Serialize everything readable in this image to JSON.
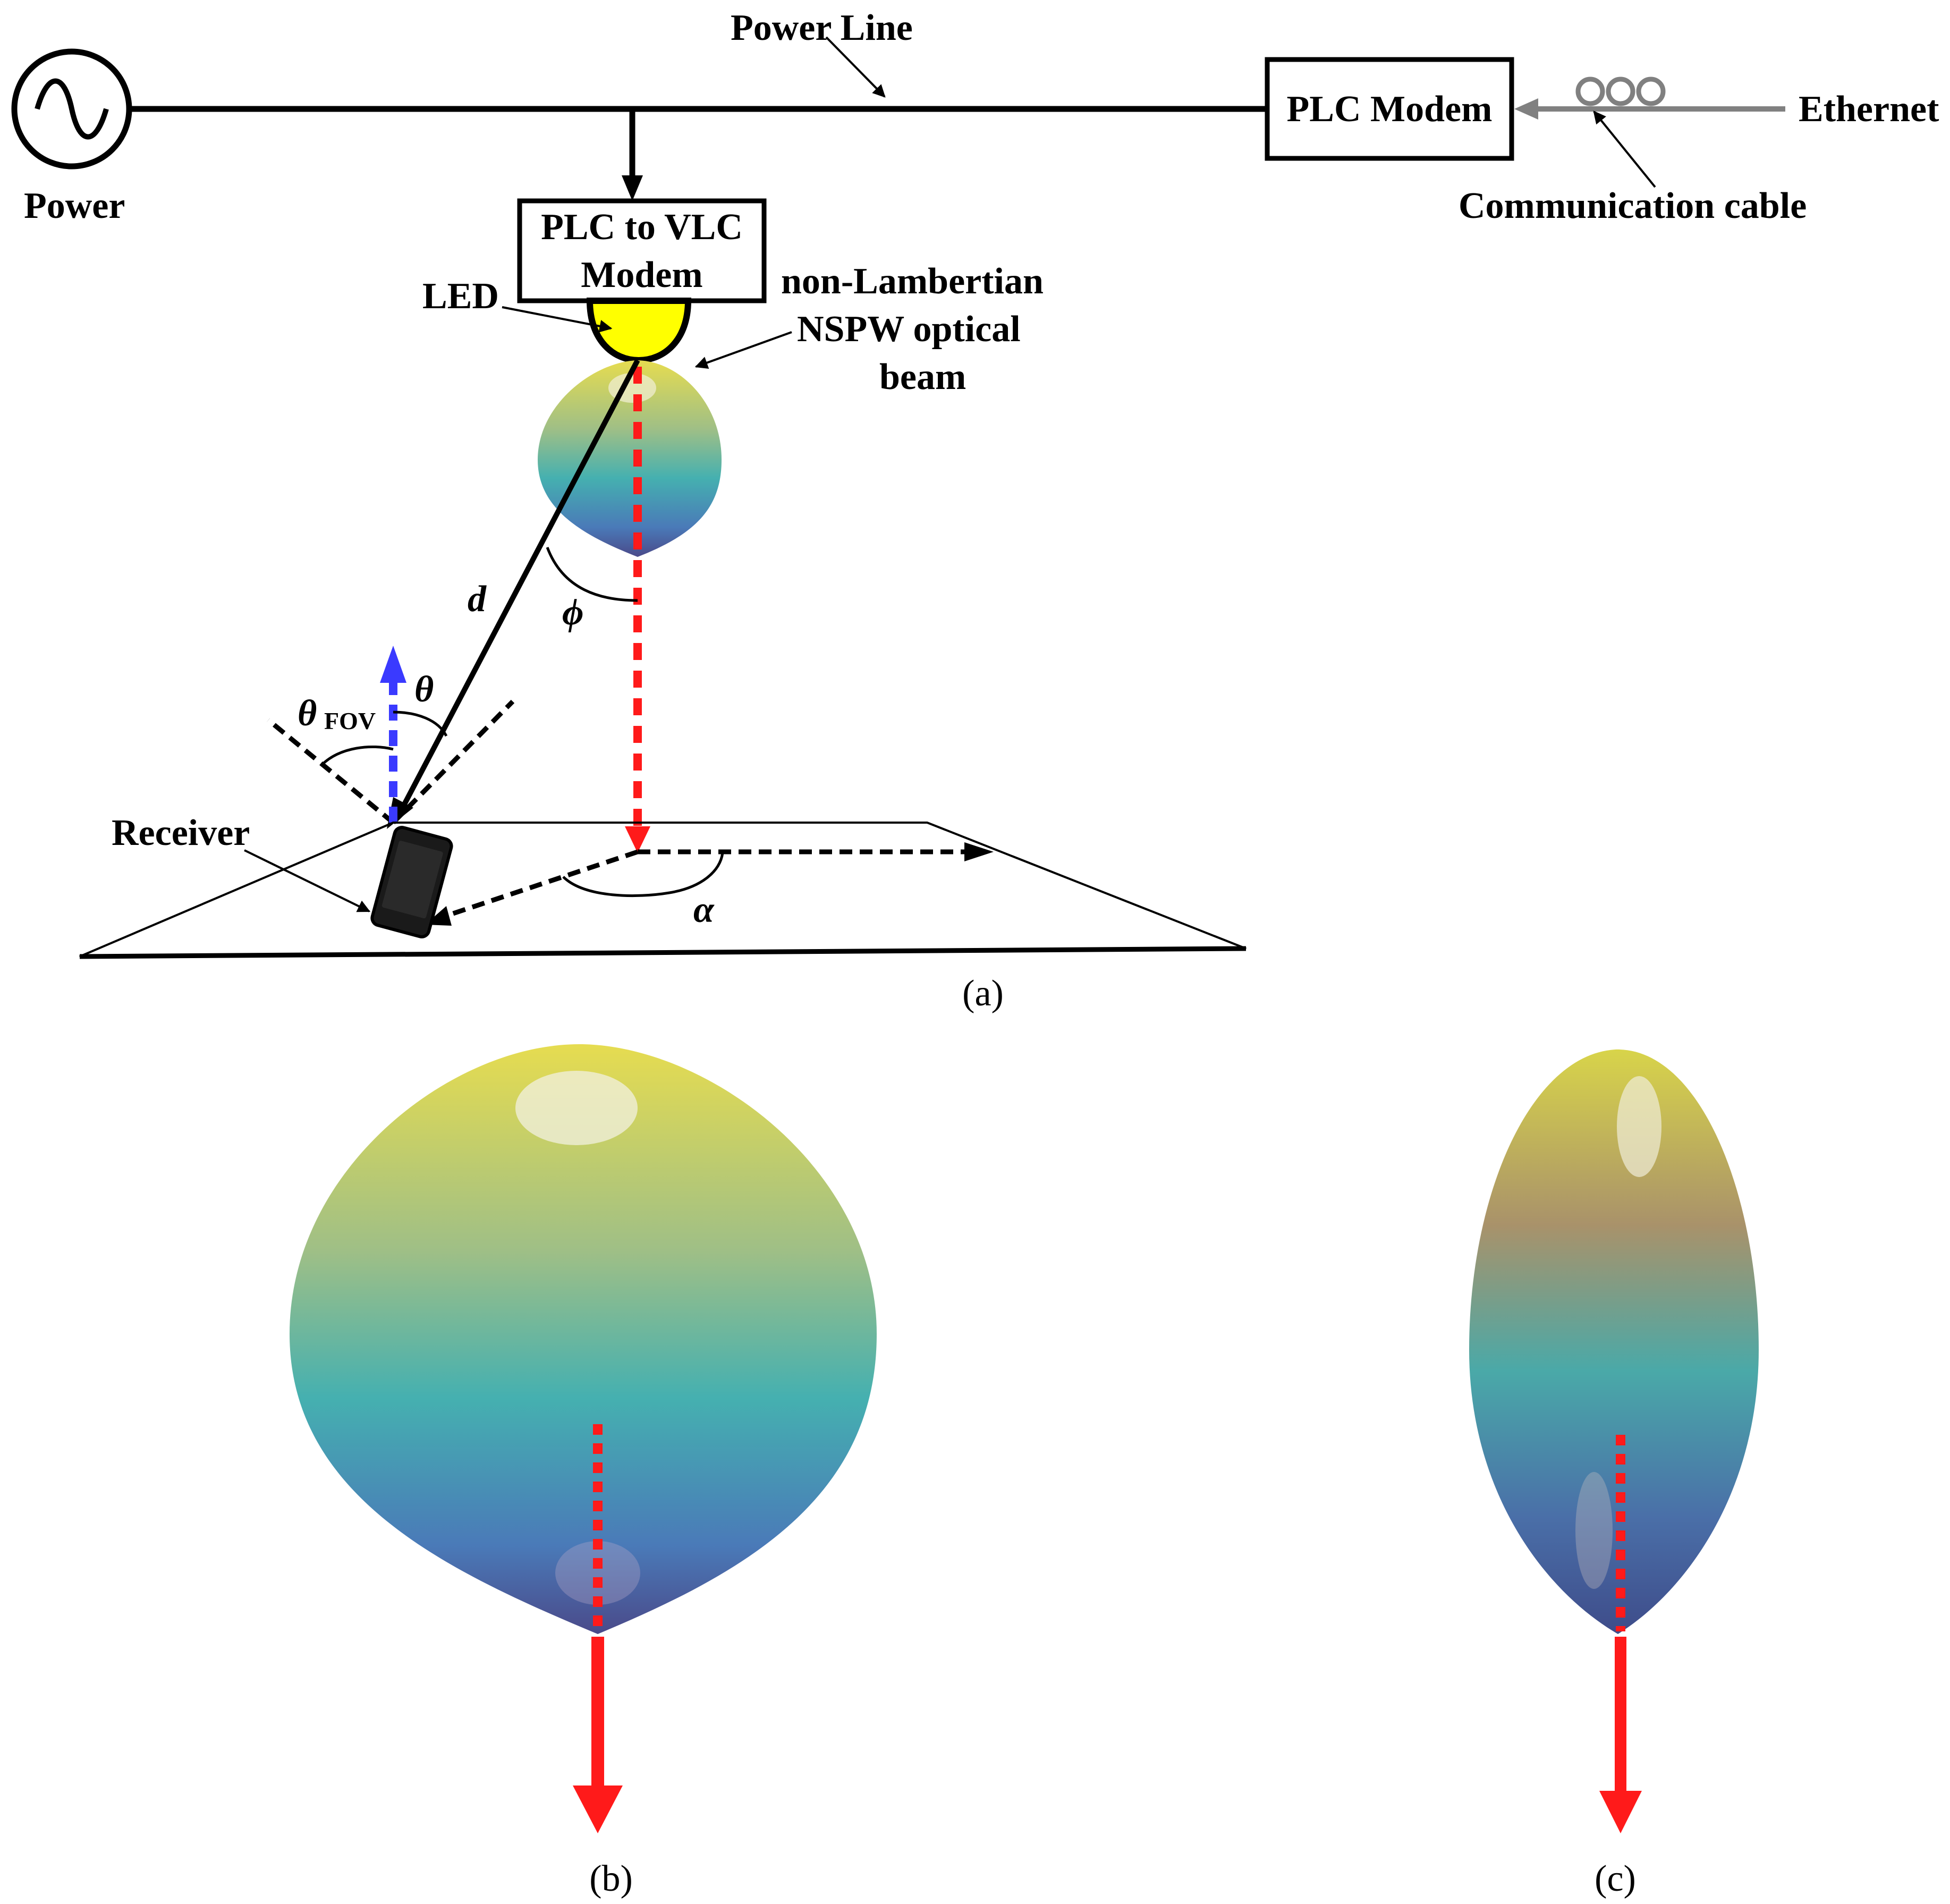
{
  "labels": {
    "power": "Power",
    "power_line": "Power Line",
    "plc_modem": "PLC Modem",
    "ethernet": "Ethernet",
    "communication_cable": "Communication cable",
    "plc_to_vlc_line1": "PLC to VLC",
    "plc_to_vlc_line2": "Modem",
    "led": "LED",
    "beam_line1": "non-Lambertian",
    "beam_line2": "NSPW  optical",
    "beam_line3": "beam",
    "receiver": "Receiver"
  },
  "symbols": {
    "d": "d",
    "phi": "ϕ",
    "theta": "θ",
    "theta_fov_symbol": "θ",
    "theta_fov_sub": "FOV",
    "alpha": "α"
  },
  "panels": {
    "a": "(a)",
    "b": "(b)",
    "c": "(c)"
  },
  "colors": {
    "beam_axis": "#ff1a1a",
    "receiver_normal": "#3a3aff",
    "led": "#ffff00",
    "cable": "#808080",
    "beam_top": "#e8e060",
    "beam_mid": "#3fb0b5",
    "beam_bottom": "#3a4f9a"
  }
}
